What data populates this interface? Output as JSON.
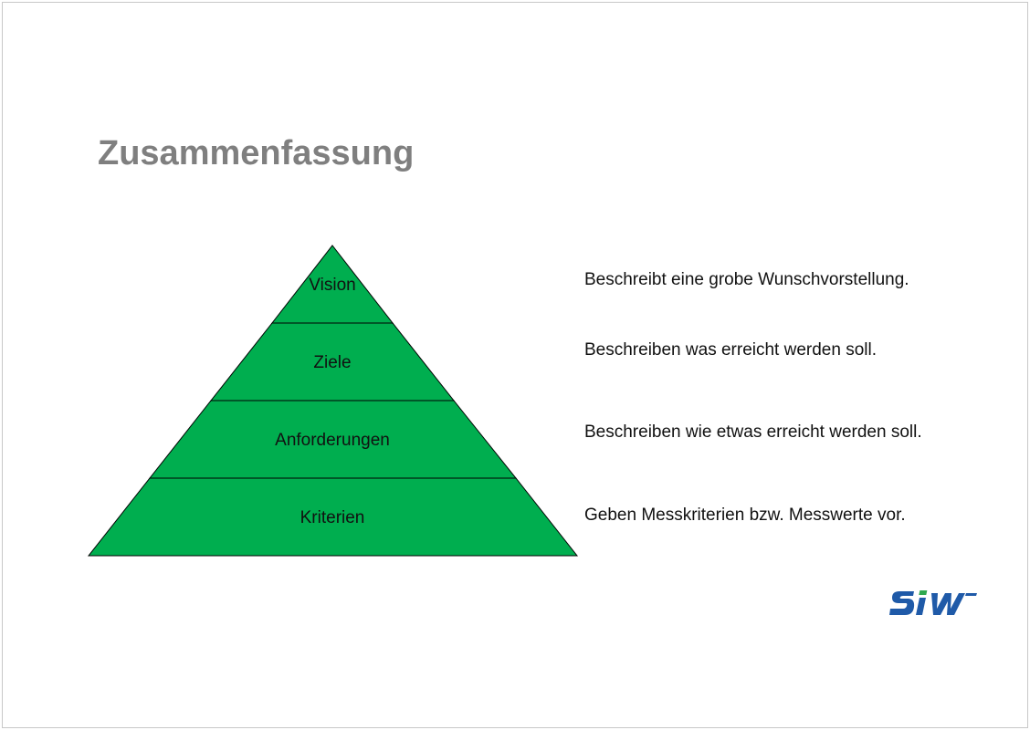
{
  "slide": {
    "title": "Zusammenfassung"
  },
  "pyramid": {
    "fill_color": "#00ae4f",
    "levels": [
      {
        "label": "Vision",
        "description": "Beschreibt eine grobe Wunschvorstellung."
      },
      {
        "label": "Ziele",
        "description": "Beschreiben was erreicht werden soll."
      },
      {
        "label": "Anforderungen",
        "description": "Beschreiben wie etwas erreicht werden soll."
      },
      {
        "label": "Kriterien",
        "description": "Geben Messkriterien bzw. Messwerte vor."
      }
    ]
  },
  "logo": {
    "text": "SIW",
    "color": "#1f5aa8",
    "accent_color": "#2fa84f"
  }
}
